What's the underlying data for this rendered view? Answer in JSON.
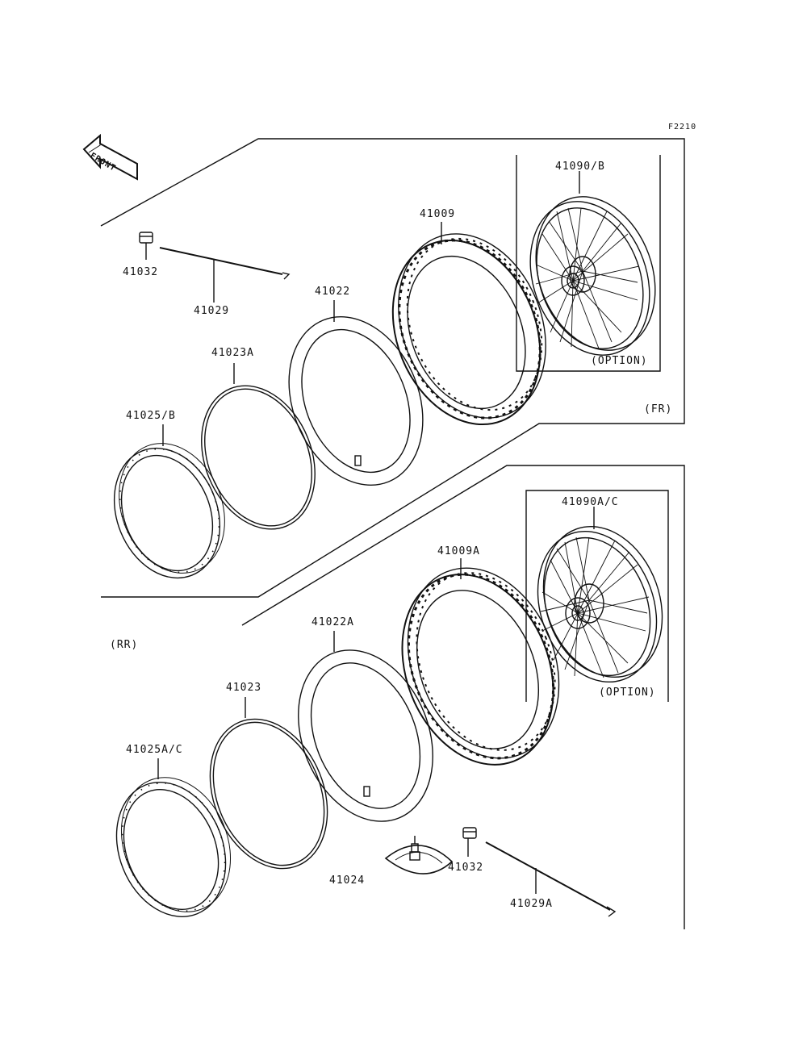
{
  "figure_code": "F2210",
  "front_mark": "FRONT",
  "sections": {
    "front": "(FR)",
    "rear": "(RR)"
  },
  "options": {
    "front": "(OPTION)",
    "rear": "(OPTION)"
  },
  "parts": {
    "p41090B": "41090/B",
    "p41009": "41009",
    "p41032_fr": "41032",
    "p41029": "41029",
    "p41022": "41022",
    "p41023A": "41023A",
    "p41025B": "41025/B",
    "p41090AC": "41090A/C",
    "p41009A": "41009A",
    "p41022A": "41022A",
    "p41023": "41023",
    "p41025AC": "41025A/C",
    "p41024": "41024",
    "p41032_rr": "41032",
    "p41029A": "41029A"
  },
  "colors": {
    "line": "#111111",
    "background": "#ffffff"
  }
}
